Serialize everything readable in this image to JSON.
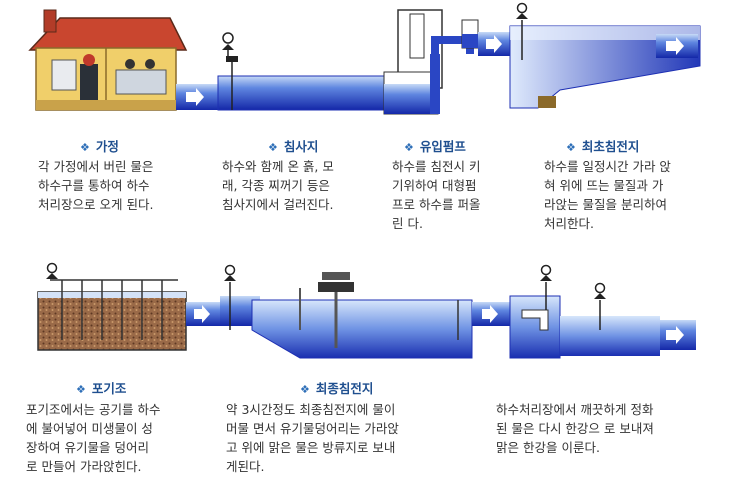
{
  "stages": [
    {
      "id": "home",
      "title": "가정",
      "text": "각 가정에서 버린 물은\n하수구를 통하여 하수\n처리장으로 오게 된다."
    },
    {
      "id": "grit",
      "title": "침사지",
      "text": "하수와 함께 온 흙, 모\n래, 각종 찌꺼기 등은\n침사지에서 걸러진다."
    },
    {
      "id": "pump",
      "title": "유입펌프",
      "text": "하수를 침전시 키\n기위하여 대형펌\n프로 하수를 퍼올\n린 다."
    },
    {
      "id": "primary",
      "title": "최초침전지",
      "text": "하수를 일정시간 가라 앉\n혀 위에 뜨는 물질과 가\n라앉는 물질을 분리하여\n처리한다."
    },
    {
      "id": "aeration",
      "title": "포기조",
      "text": "포기조에서는 공기를 하수\n에 불어넣어 미생물이 성\n장하여 유기물을 덩어리\n로 만들어 가라앉힌다."
    },
    {
      "id": "final",
      "title": "최종침전지",
      "text": "약 3시간정도 최종침전지에 물이\n머물 면서 유기물덩어리는 가라앉\n고 위에 맑은 물은 방류지로 보내\n게된다."
    },
    {
      "id": "discharge",
      "title": "",
      "text": "하수처리장에서 깨끗하게 정화\n된 물은 다시 한강으 로 보내져\n맑은 한강을 이룬다."
    }
  ],
  "colors": {
    "pipe_blue": "#1d2fb3",
    "water_light": "#8fb4ec",
    "house_wall": "#f0cf6a",
    "house_roof": "#c9462f",
    "sludge": "#8b5a3c",
    "label": "#1f4f8f"
  },
  "icons": [
    "diamond-bullet-icon",
    "valve-icon",
    "flow-arrow-icon"
  ]
}
